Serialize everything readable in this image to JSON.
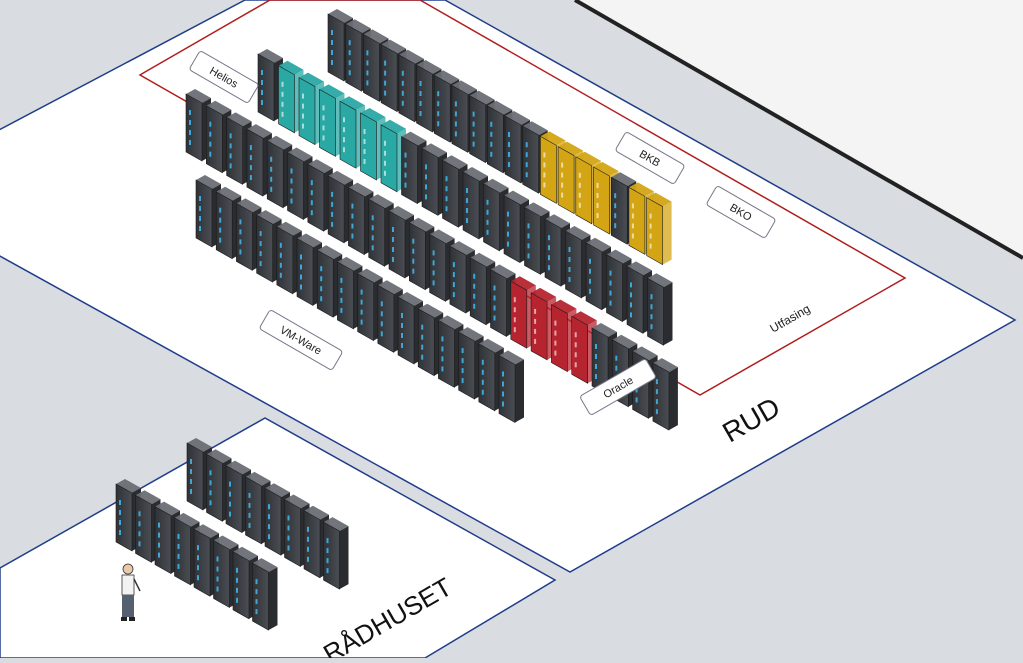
{
  "zones": {
    "rud": "RUD",
    "radhuset": "RÅDHUSET",
    "utfasing": "Utfasing"
  },
  "tags": {
    "helios": "Helios",
    "bkb": "BKB",
    "bko": "BKO",
    "vmware": "VM-Ware",
    "oracle": "Oracle"
  },
  "colors": {
    "background": "#d9dde1",
    "floor": "#ffffff",
    "zone_border": "#1f3d8a",
    "utfasing_border": "#b01e1e",
    "rack_body": "#3c3f44",
    "teal": "#2aa8a4",
    "yellow": "#d3a514",
    "red": "#b5242f",
    "led": "#3fb3e6"
  },
  "rack_rows": [
    {
      "row": "top",
      "count": 19,
      "highlight": [
        {
          "from": 12,
          "to": 15,
          "color": "yellow"
        },
        {
          "from": 17,
          "to": 18,
          "color": "yellow"
        }
      ]
    },
    {
      "row": "second",
      "count": 20,
      "highlight": [
        {
          "from": 1,
          "to": 6,
          "color": "teal"
        }
      ]
    },
    {
      "row": "third",
      "count": 24,
      "highlight": [
        {
          "from": 16,
          "to": 19,
          "color": "red"
        }
      ]
    },
    {
      "row": "fourth",
      "count": 16
    },
    {
      "row": "radhuset-back",
      "count": 8
    },
    {
      "row": "radhuset-front",
      "count": 8
    }
  ]
}
